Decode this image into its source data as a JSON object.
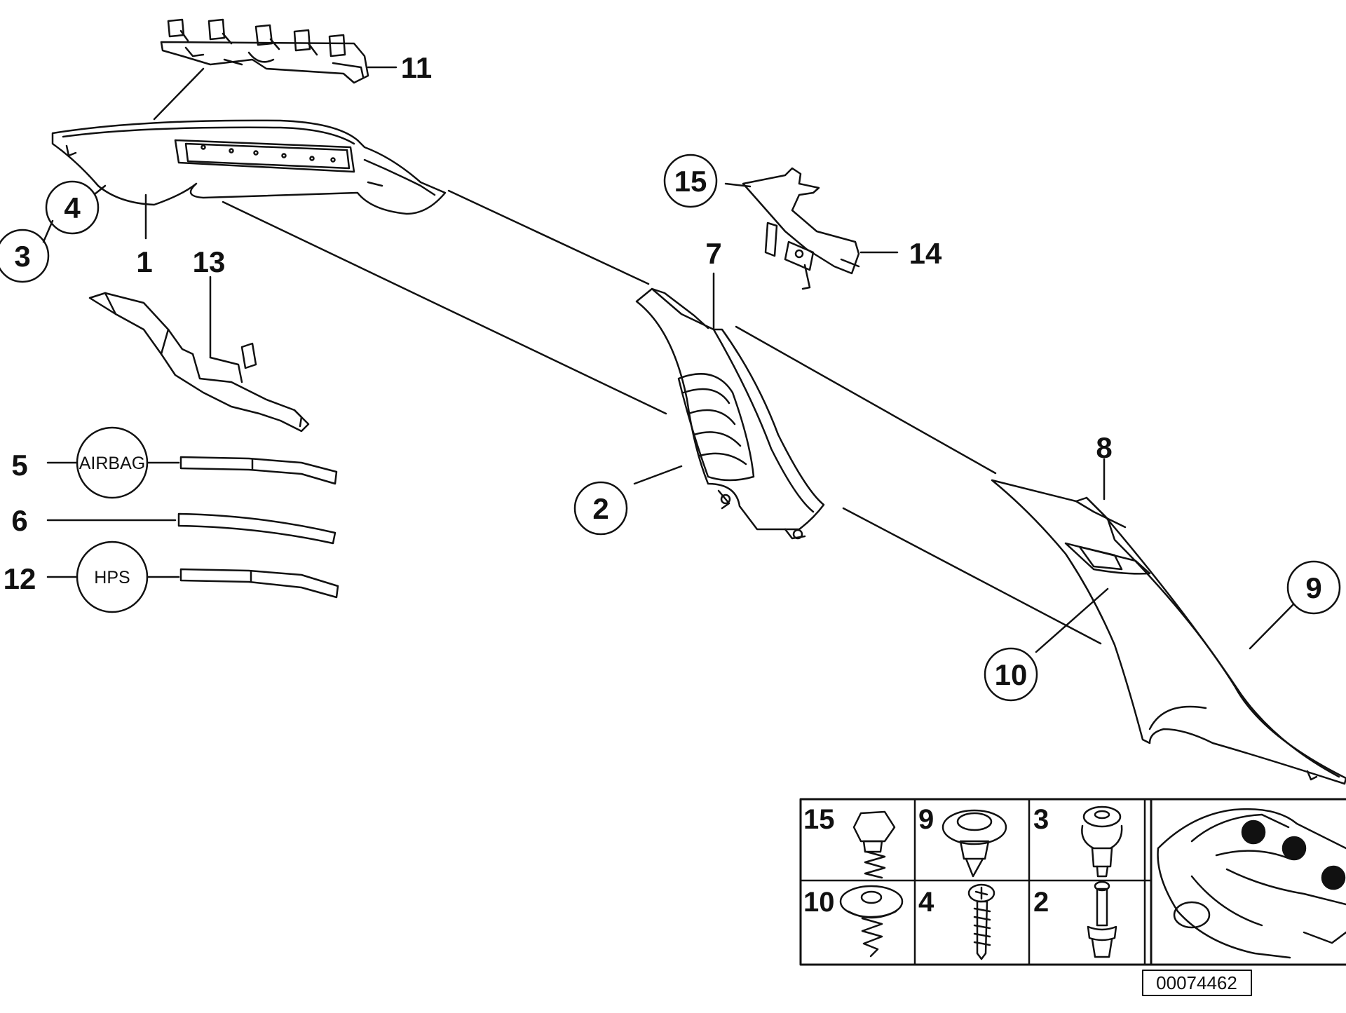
{
  "callouts": {
    "c1": "1",
    "c2": "2",
    "c3": "3",
    "c4": "4",
    "c5": "5",
    "c6": "6",
    "c7": "7",
    "c8": "8",
    "c9": "9",
    "c10": "10",
    "c11": "11",
    "c12": "12",
    "c13": "13",
    "c14": "14",
    "c15": "15"
  },
  "circle_labels": {
    "airbag": "AIRBAG",
    "hps": "HPS"
  },
  "fastener_table": {
    "cells": [
      {
        "number": "15",
        "part": "hex-bolt-icon"
      },
      {
        "number": "9",
        "part": "clip-nut-icon"
      },
      {
        "number": "3",
        "part": "expanding-clip-icon"
      },
      {
        "number": "10",
        "part": "collar-screw-icon"
      },
      {
        "number": "4",
        "part": "tapping-screw-icon"
      },
      {
        "number": "2",
        "part": "expanding-rivet-icon"
      }
    ],
    "locator": "car-locator-icon"
  },
  "reference_number": "00074462"
}
